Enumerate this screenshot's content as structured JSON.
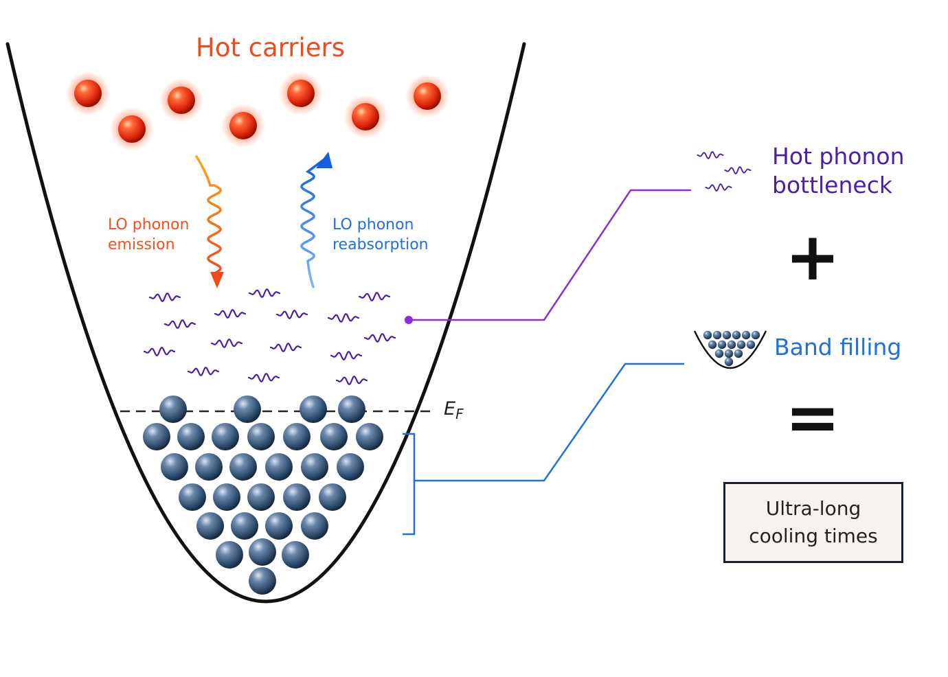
{
  "hot_carriers": {
    "title": "Hot carriers"
  },
  "phonon_processes": {
    "emission": {
      "line1": "LO phonon",
      "line2": "emission"
    },
    "reabsorption": {
      "line1": "LO phonon",
      "line2": "reabsorption"
    }
  },
  "fermi_level": {
    "symbol": "E",
    "subscript": "F"
  },
  "mechanisms": {
    "hot_phonon_bottleneck": {
      "line1": "Hot phonon",
      "line2": "bottleneck"
    },
    "band_filling": "Band filling"
  },
  "operators": {
    "plus": "+",
    "equals": "="
  },
  "result": {
    "text": "Ultra-long cooling times"
  },
  "colors": {
    "hot_carrier": "#e53a12",
    "electron": "#3b5a7c",
    "phonon": "#4a1ea8",
    "emission_arrow": "#f05023",
    "reabsorption_arrow": "#1e6fe0",
    "band_curve": "#111111"
  },
  "icons": {
    "carrier": "sphere-icon",
    "phonon": "wavy-phonon-icon",
    "band_filling": "filled-band-icon"
  }
}
